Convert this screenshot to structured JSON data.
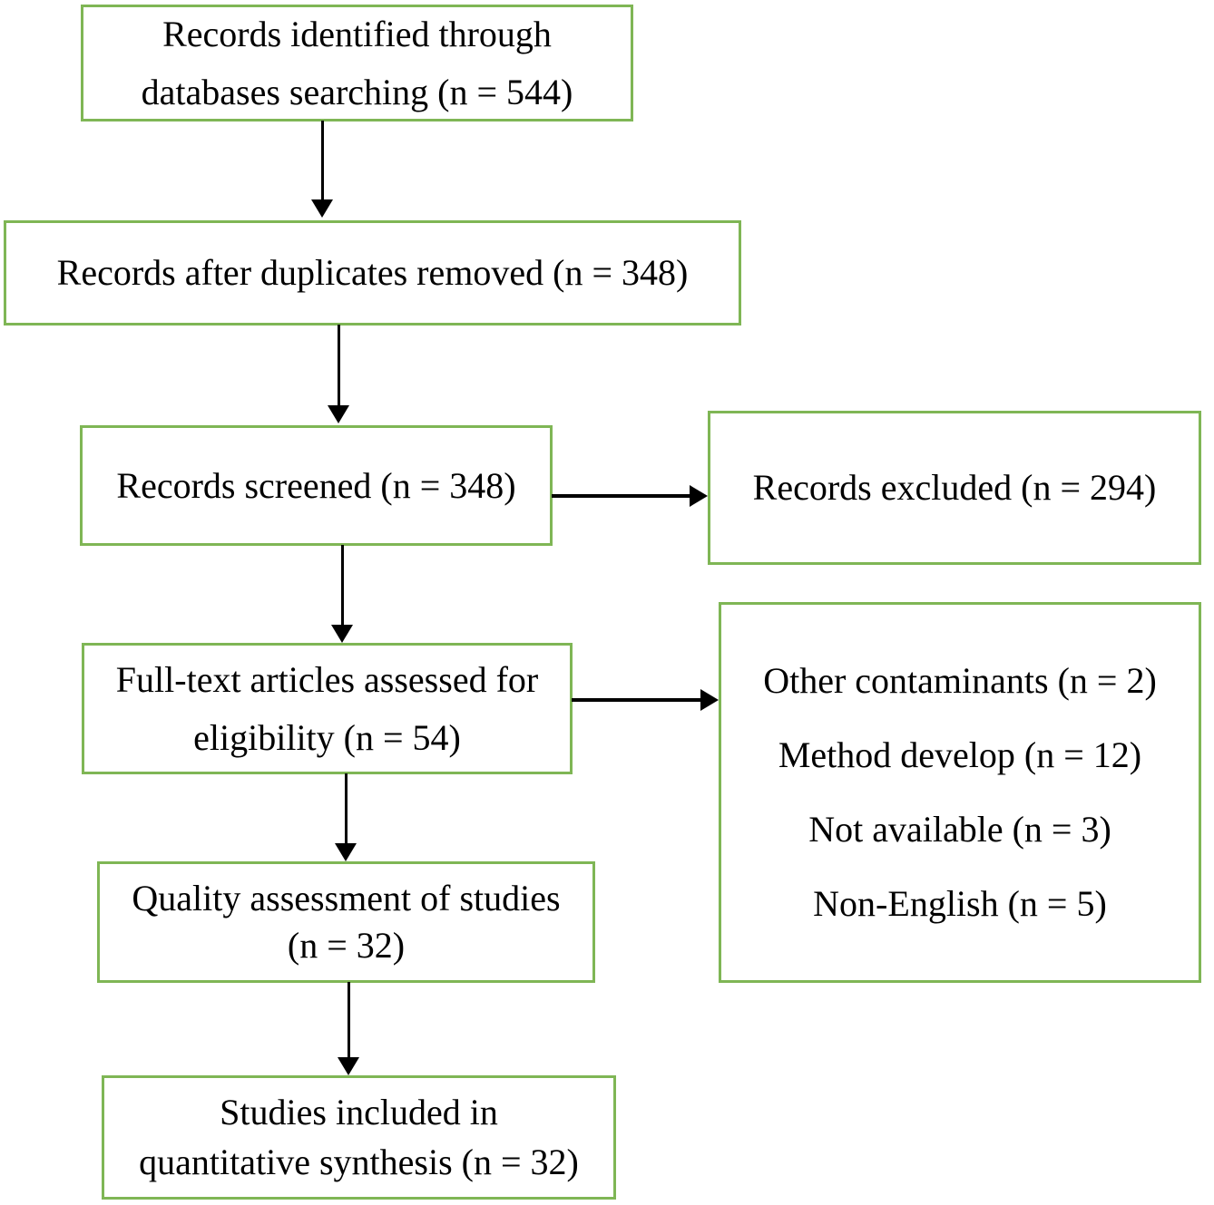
{
  "colors": {
    "box_border": "#7fb655",
    "arrow": "#000000",
    "text": "#000000",
    "background": "#ffffff"
  },
  "flow": {
    "identification": {
      "lines": [
        "Records identified through",
        "databases searching (n = 544)"
      ]
    },
    "after_duplicates": {
      "lines": [
        "Records after duplicates removed (n = 348)"
      ]
    },
    "screened": {
      "lines": [
        "Records screened (n = 348)"
      ]
    },
    "excluded": {
      "lines": [
        "Records excluded (n = 294)"
      ]
    },
    "full_text": {
      "lines": [
        "Full-text articles assessed for",
        "eligibility (n = 54)"
      ]
    },
    "exclusion_reasons": {
      "lines": [
        "Other contaminants (n = 2)",
        "Method develop (n = 12)",
        "Not available (n = 3)",
        "Non-English (n = 5)"
      ]
    },
    "quality": {
      "lines": [
        "Quality assessment of studies",
        "(n = 32)"
      ]
    },
    "included": {
      "lines": [
        "Studies included in",
        "quantitative synthesis (n = 32)"
      ]
    }
  }
}
